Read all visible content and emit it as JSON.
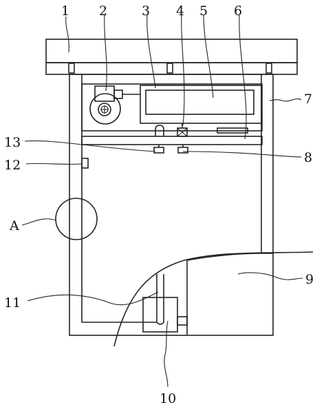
{
  "labels": {
    "l1": "1",
    "l2": "2",
    "l3": "3",
    "l4": "4",
    "l5": "5",
    "l6": "6",
    "l7": "7",
    "l8": "8",
    "l9": "9",
    "l10": "10",
    "l11": "11",
    "l12": "12",
    "l13": "13",
    "lA": "A"
  },
  "colors": {
    "stroke": "#222222",
    "background": "#ffffff"
  }
}
